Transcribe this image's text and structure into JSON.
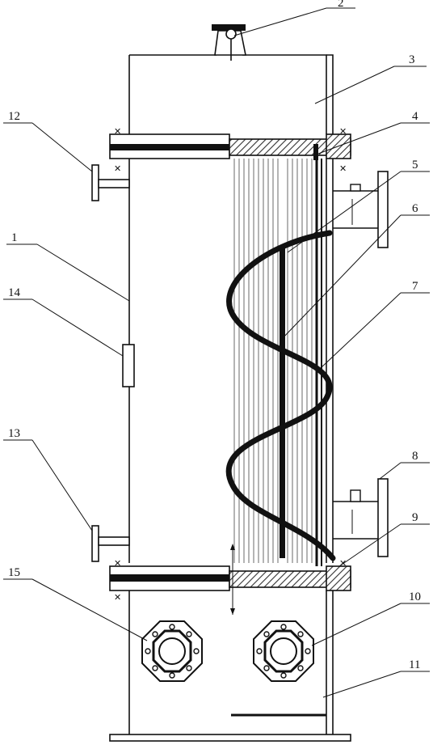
{
  "callouts": [
    {
      "id": "1",
      "text": "1"
    },
    {
      "id": "2",
      "text": "2"
    },
    {
      "id": "3",
      "text": "3"
    },
    {
      "id": "4",
      "text": "4"
    },
    {
      "id": "5",
      "text": "5"
    },
    {
      "id": "6",
      "text": "6"
    },
    {
      "id": "7",
      "text": "7"
    },
    {
      "id": "8",
      "text": "8"
    },
    {
      "id": "9",
      "text": "9"
    },
    {
      "id": "10",
      "text": "10"
    },
    {
      "id": "11",
      "text": "11"
    },
    {
      "id": "12",
      "text": "12"
    },
    {
      "id": "13",
      "text": "13"
    },
    {
      "id": "14",
      "text": "14"
    },
    {
      "id": "15",
      "text": "15"
    }
  ],
  "colors": {
    "ink": "#111111",
    "hatch": "#555555",
    "background": "#ffffff"
  }
}
